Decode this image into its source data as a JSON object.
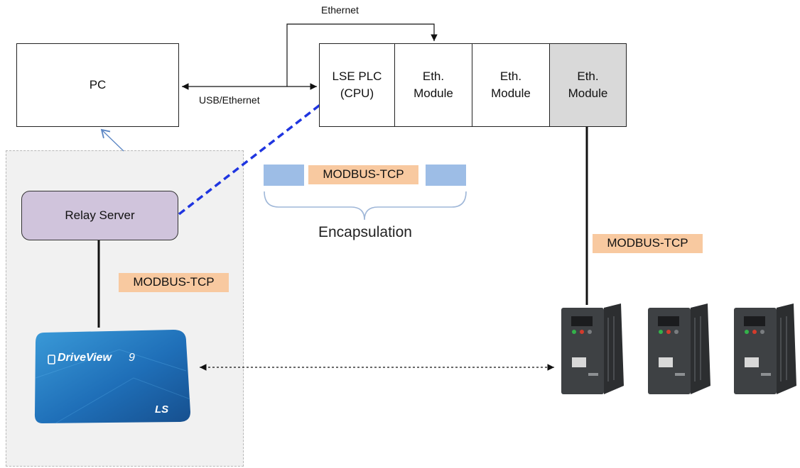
{
  "nodes": {
    "pc": "PC",
    "plc_cpu": "LSE PLC\n(CPU)",
    "eth_module_1": "Eth.\nModule",
    "eth_module_2": "Eth.\nModule",
    "eth_module_3": "Eth.\nModule",
    "relay_server": "Relay Server"
  },
  "labels": {
    "ethernet": "Ethernet",
    "usb_ethernet": "USB/Ethernet",
    "encapsulation": "Encapsulation"
  },
  "protocol_tags": {
    "encapsulated": "MODBUS-TCP",
    "relay_link": "MODBUS-TCP",
    "drive_link": "MODBUS-TCP"
  },
  "software": {
    "product_name": "DriveView",
    "version": "9",
    "brand": "LS"
  },
  "colors": {
    "tunnel_line": "#1f35e0",
    "tag_fill": "#f8c9a0",
    "packet_fill": "#9dbde6",
    "relay_fill": "#d0c4dc",
    "highlight_module": "#d9d9d9",
    "group_fill": "#f1f1f1",
    "drive_body": "#3e4144"
  }
}
